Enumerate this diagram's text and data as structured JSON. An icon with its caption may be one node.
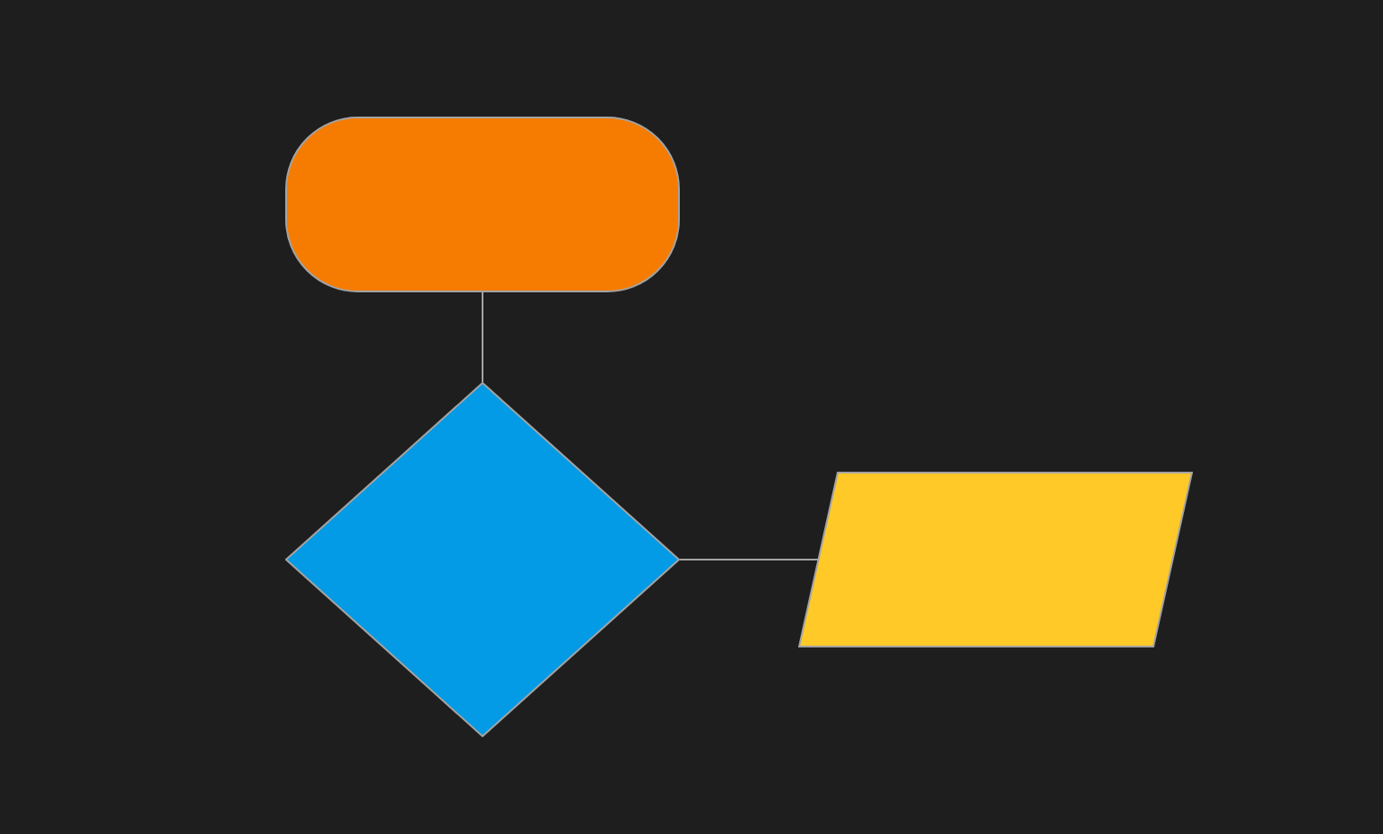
{
  "diagram": {
    "nodes": [
      {
        "text": [],
        "shape": "pill"
      },
      {
        "text": [],
        "shape": "diamond"
      },
      {
        "text": [],
        "shape": "parallelogram"
      }
    ],
    "edges": [
      {
        "from": 0,
        "to": 1,
        "arrow": "none"
      },
      {
        "from": 1,
        "to": 2,
        "arrow": "none"
      }
    ]
  }
}
